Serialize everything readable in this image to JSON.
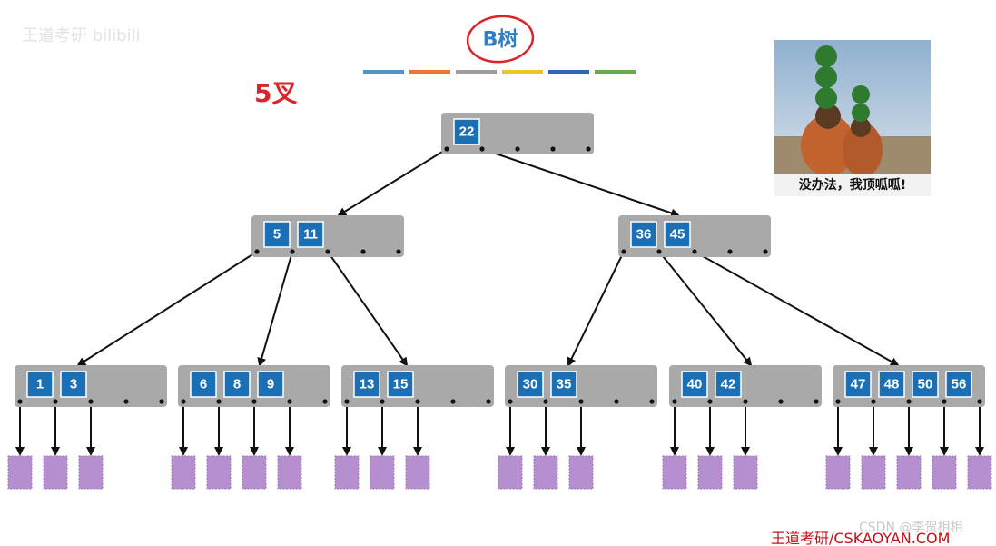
{
  "title": "B树",
  "handwritten_note": "5叉",
  "watermark_top_left": "王道考研 bilibili",
  "watermark_bottom_right": "CSDN @李贺相相",
  "brand": "王道考研/CSKAOYAN.COM",
  "meme_caption": "没办法，我顶呱呱!",
  "color_stripes": [
    "#4f94cf",
    "#e8792e",
    "#9d9d9d",
    "#f3c12a",
    "#2e68b4",
    "#6aac46"
  ],
  "colors": {
    "key_fill": "#1b6fb5",
    "node_fill": "#a9a9a9",
    "leaf_fill": "#b58fcf",
    "annotation": "#d9252a"
  },
  "tree": {
    "root": {
      "keys": [
        "22"
      ],
      "slots": 4
    },
    "level2": [
      {
        "keys": [
          "5",
          "11"
        ],
        "slots": 4
      },
      {
        "keys": [
          "36",
          "45"
        ],
        "slots": 4
      }
    ],
    "level3": [
      {
        "keys": [
          "1",
          "3"
        ],
        "slots": 4
      },
      {
        "keys": [
          "6",
          "8",
          "9"
        ],
        "slots": 4
      },
      {
        "keys": [
          "13",
          "15"
        ],
        "slots": 4
      },
      {
        "keys": [
          "30",
          "35"
        ],
        "slots": 4
      },
      {
        "keys": [
          "40",
          "42"
        ],
        "slots": 4
      },
      {
        "keys": [
          "47",
          "48",
          "50",
          "56"
        ],
        "slots": 4
      }
    ]
  }
}
